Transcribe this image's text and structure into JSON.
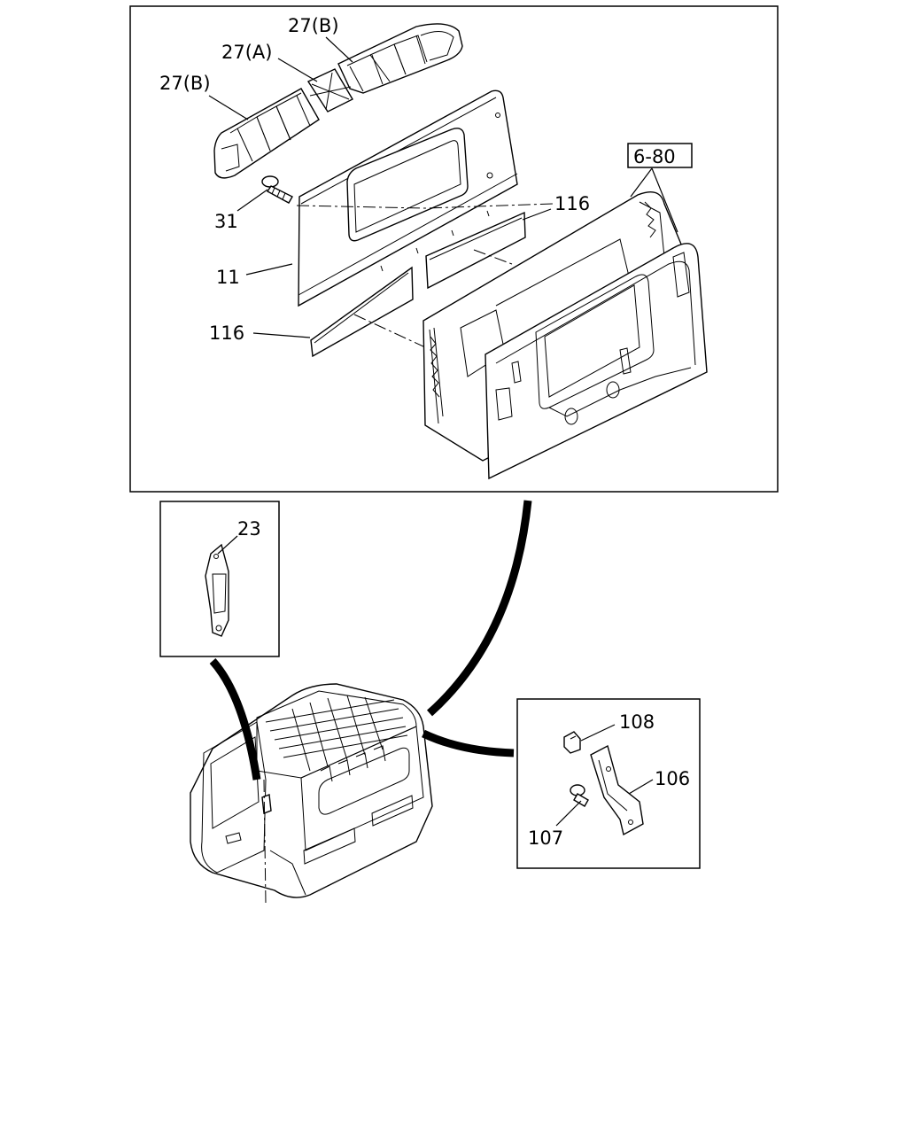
{
  "labels": {
    "l27b_top": "27(B)",
    "l27a": "27(A)",
    "l27b_left": "27(B)",
    "l31": "31",
    "l11": "11",
    "l116_top": "116",
    "l116_left": "116",
    "l680": "6-80",
    "l23": "23",
    "l108": "108",
    "l106": "106",
    "l107": "107"
  }
}
